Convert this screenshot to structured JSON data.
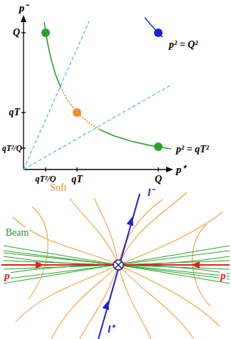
{
  "diagram": {
    "labels": [
      "p⁻",
      "Q",
      "qT",
      "qT²/Q",
      "qT²/Q",
      "qT",
      "Q",
      "p⁺",
      "p² = Q²",
      "p² = qT²",
      "Soft",
      "Beam",
      "l⁻",
      "l⁺",
      "p",
      "p"
    ]
  }
}
